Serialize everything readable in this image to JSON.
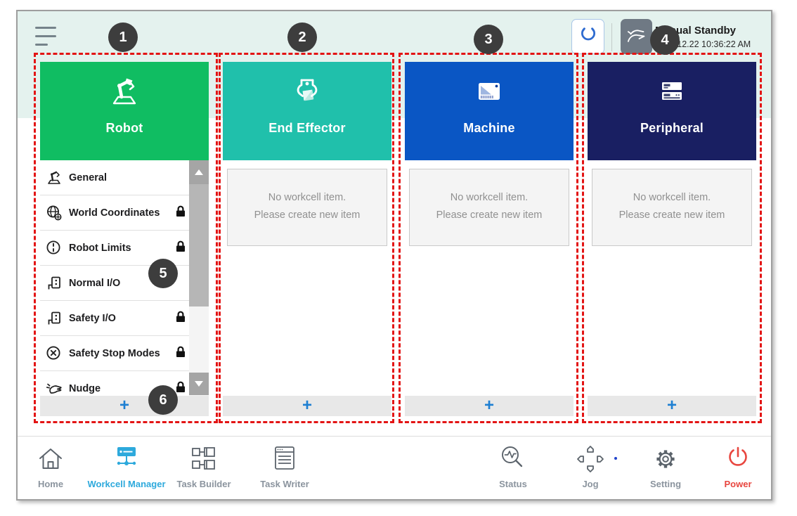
{
  "topbar": {
    "mode": "Manual Standby",
    "datetime": "2022.12.22 10:36:22 AM"
  },
  "columns": [
    {
      "title": "Robot",
      "color": "#10bd62",
      "add_label": "+",
      "items": [
        {
          "label": "General",
          "icon": "robot-arm-icon",
          "locked": false
        },
        {
          "label": "World Coordinates",
          "icon": "globe-icon",
          "locked": true
        },
        {
          "label": "Robot Limits",
          "icon": "gauge-circle-icon",
          "locked": true
        },
        {
          "label": "Normal I/O",
          "icon": "io-port-icon",
          "locked": false
        },
        {
          "label": "Safety I/O",
          "icon": "io-port-icon",
          "locked": true
        },
        {
          "label": "Safety Stop Modes",
          "icon": "circle-x-icon",
          "locked": true
        },
        {
          "label": "Nudge",
          "icon": "nudge-hand-icon",
          "locked": true
        }
      ]
    },
    {
      "title": "End Effector",
      "color": "#20c0ab",
      "add_label": "+",
      "empty": {
        "line1": "No workcell item.",
        "line2": "Please create new item"
      }
    },
    {
      "title": "Machine",
      "color": "#0a56c4",
      "add_label": "+",
      "empty": {
        "line1": "No workcell item.",
        "line2": "Please create new item"
      }
    },
    {
      "title": "Peripheral",
      "color": "#191f62",
      "add_label": "+",
      "empty": {
        "line1": "No workcell item.",
        "line2": "Please create new item"
      }
    }
  ],
  "callouts": [
    "1",
    "2",
    "3",
    "4",
    "5",
    "6"
  ],
  "nav": {
    "items": [
      {
        "label": "Home",
        "active": false
      },
      {
        "label": "Workcell Manager",
        "active": true
      },
      {
        "label": "Task Builder",
        "active": false
      },
      {
        "label": "Task Writer",
        "active": false
      },
      {
        "label": "Status",
        "active": false
      },
      {
        "label": "Jog",
        "active": false
      },
      {
        "label": "Setting",
        "active": false
      },
      {
        "label": "Power",
        "active": false
      }
    ]
  },
  "colors": {
    "mint_background": "#e4f2ee",
    "annotation_red": "#e31414",
    "callout_dark": "#3d3d3d",
    "nav_active_blue": "#2da9dc",
    "power_red": "#e8463f",
    "add_plus_blue": "#1e7fd2"
  }
}
